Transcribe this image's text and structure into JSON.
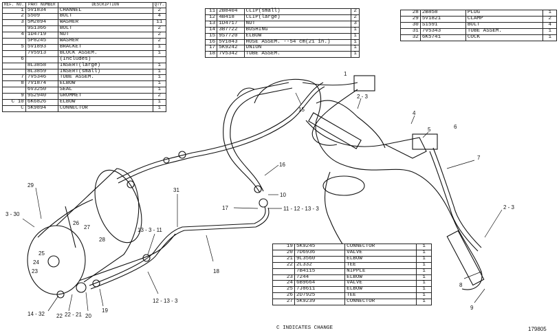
{
  "table_a": {
    "headers": [
      "REF. NO.",
      "PART NUMBER",
      "DESCRIPTION",
      "QTY."
    ],
    "rows": [
      {
        "ref": "1",
        "part": "5V1834",
        "desc": "CHANNEL",
        "qty": "2"
      },
      {
        "ref": "2",
        "part": "S509",
        "desc": "BOLT",
        "qty": "4"
      },
      {
        "ref": "3",
        "part": "5M2894",
        "desc": "WASHER",
        "qty": "11"
      },
      {
        "ref": "",
        "part": "9S1366",
        "desc": "BOLT",
        "qty": "2"
      },
      {
        "ref": "4",
        "part": "1D4719",
        "desc": "NUT",
        "qty": "2"
      },
      {
        "ref": "",
        "part": "5P8245",
        "desc": "WASHER",
        "qty": "2"
      },
      {
        "ref": "5",
        "part": "5V1893",
        "desc": "BRACKET",
        "qty": "1"
      },
      {
        "ref": "",
        "part": "7V5913",
        "desc": "BLOCK ASSEM.",
        "qty": "1"
      },
      {
        "ref": "6",
        "part": "",
        "desc": "(Includes)",
        "qty": ""
      },
      {
        "ref": "",
        "part": "8L3858",
        "desc": "INSERT(large)",
        "qty": "1"
      },
      {
        "ref": "",
        "part": "8L3859",
        "desc": "INSERT(small)",
        "qty": "1"
      },
      {
        "ref": "7",
        "part": "7V5346",
        "desc": "TUBE ASSEM.",
        "qty": "1"
      },
      {
        "ref": "8",
        "part": "7V1874",
        "desc": "ELBOW",
        "qty": "1"
      },
      {
        "ref": "",
        "part": "6V3250",
        "desc": "SEAL",
        "qty": "1"
      },
      {
        "ref": "9",
        "part": "9S2940",
        "desc": "GROMMET",
        "qty": "2"
      },
      {
        "ref": "C 10",
        "part": "6K6826",
        "desc": "ELBOW",
        "qty": "1"
      },
      {
        "ref": "C",
        "part": "5K9894",
        "desc": "CONNECTOR",
        "qty": "1"
      }
    ]
  },
  "table_b": {
    "rows": [
      {
        "ref": "11",
        "part": "2B8404",
        "desc": "CLIP(small)",
        "qty": "2"
      },
      {
        "ref": "12",
        "part": "4B418",
        "desc": "CLIP(large)",
        "qty": "2"
      },
      {
        "ref": "13",
        "part": "1D4717",
        "desc": "NUT",
        "qty": "3"
      },
      {
        "ref": "14",
        "part": "3B7722",
        "desc": "BUSHING",
        "qty": "1"
      },
      {
        "ref": "15",
        "part": "9S7720",
        "desc": "ELBOW",
        "qty": "1"
      },
      {
        "ref": "16",
        "part": "5V1843",
        "desc": "HOSE ASSEM. --54 cm(21 in.)",
        "qty": "1"
      },
      {
        "ref": "17",
        "part": "5K9242",
        "desc": "UNION",
        "qty": "1"
      },
      {
        "ref": "18",
        "part": "7V5342",
        "desc": "TUBE ASSEM.",
        "qty": "1"
      }
    ]
  },
  "table_c": {
    "rows": [
      {
        "ref": "28",
        "part": "2B858",
        "desc": "PLUG",
        "qty": "1"
      },
      {
        "ref": "29",
        "part": "5V1821",
        "desc": "CLAMP",
        "qty": "2"
      },
      {
        "ref": "30",
        "part": "S1591",
        "desc": "BOLT",
        "qty": "4"
      },
      {
        "ref": "31",
        "part": "7V5343",
        "desc": "TUBE ASSEM.",
        "qty": "1"
      },
      {
        "ref": "32",
        "part": "6K5741",
        "desc": "COCK",
        "qty": "1"
      }
    ]
  },
  "table_d": {
    "rows": [
      {
        "ref": "19",
        "part": "5K9245",
        "desc": "CONNECTOR",
        "qty": "1"
      },
      {
        "ref": "20",
        "part": "7D6936",
        "desc": "VALVE",
        "qty": "1"
      },
      {
        "ref": "21",
        "part": "9L3560",
        "desc": "ELBOW",
        "qty": "1"
      },
      {
        "ref": "22",
        "part": "2L332",
        "desc": "TEE",
        "qty": "1"
      },
      {
        "ref": "",
        "part": "7B4115",
        "desc": "NIPPLE",
        "qty": "1"
      },
      {
        "ref": "23",
        "part": "7244",
        "desc": "ELBOW",
        "qty": "1"
      },
      {
        "ref": "24",
        "part": "6B9664",
        "desc": "VALVE",
        "qty": "1"
      },
      {
        "ref": "25",
        "part": "7J8611",
        "desc": "ELBOW",
        "qty": "1"
      },
      {
        "ref": "26",
        "part": "2D7925",
        "desc": "TEE",
        "qty": "1"
      },
      {
        "ref": "27",
        "part": "5K9239",
        "desc": "CONNECTOR",
        "qty": "1"
      }
    ],
    "note": "C INDICATES CHANGE"
  },
  "callouts": {
    "c1": "1",
    "c23a": "2 - 3",
    "c4": "4",
    "c5": "5",
    "c6": "6",
    "c7": "7",
    "c23b": "2 - 3",
    "c8": "8",
    "c9": "9",
    "c15": "15",
    "c16": "16",
    "c10": "10",
    "c11": "11 - 12 - 13 - 3",
    "c17": "17",
    "c31": "31",
    "c29": "29",
    "c330": "3 - 30",
    "c26": "26",
    "c27": "27",
    "c25": "25",
    "c28": "28",
    "c24": "24",
    "c23": "23",
    "c13": "13 - 3 - 11",
    "c18": "18",
    "c12": "12 - 13 - 3",
    "c19": "19",
    "c20": "20",
    "c2221": "22 - 21",
    "c22": "22",
    "c1432": "14 - 32"
  },
  "figure_number": "179805"
}
